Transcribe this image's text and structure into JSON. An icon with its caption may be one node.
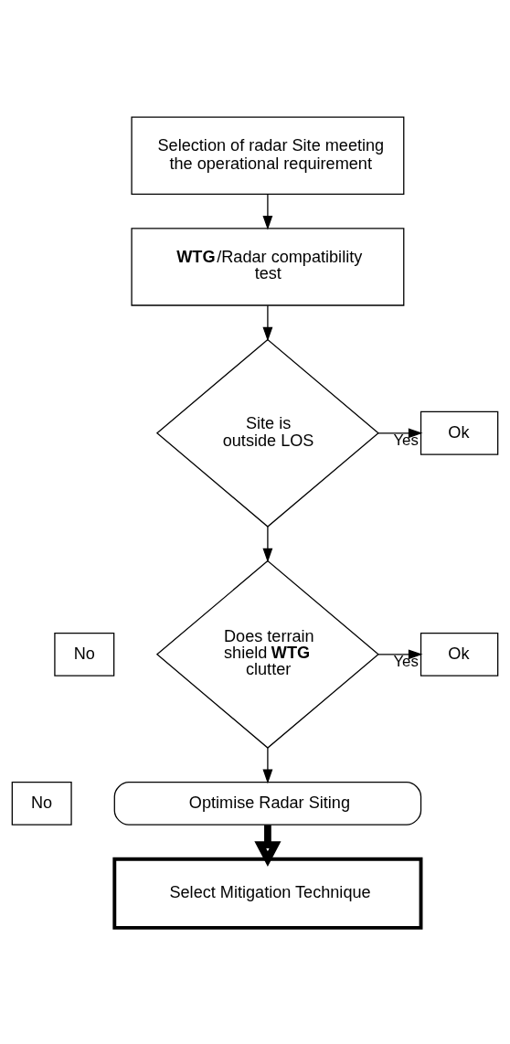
{
  "diagram": {
    "nodes": [
      {
        "text": [
          "Selection of radar Site meeting the operational requirement"
        ]
      },
      {
        "text": [
          "**WTG**/Radar compatibility test"
        ]
      },
      {
        "text": [
          "Site is outside LOS"
        ]
      },
      {
        "text": [
          "Ok"
        ]
      },
      {
        "text": [
          "No"
        ]
      },
      {
        "text": [
          "Does terrain shield **WTG** clutter"
        ]
      },
      {
        "text": [
          "Ok"
        ]
      },
      {
        "text": [
          "No"
        ]
      },
      {
        "text": [
          "Optimise Radar Siting"
        ]
      },
      {
        "text": [
          "Select Mitigation Technique"
        ]
      }
    ],
    "edges": [
      {
        "from": 0,
        "to": 1,
        "arrow": "to"
      },
      {
        "from": 1,
        "to": 2,
        "arrow": "to"
      },
      {
        "from": 2,
        "to": 3,
        "arrow": "to",
        "label": "Yes"
      },
      {
        "from": 2,
        "to": 5,
        "arrow": "to"
      },
      {
        "from": 5,
        "to": 6,
        "arrow": "to",
        "label": "Yes"
      },
      {
        "from": 5,
        "to": 8,
        "arrow": "to"
      },
      {
        "from": 8,
        "to": 9,
        "arrow": "to",
        "style": "thick"
      }
    ]
  }
}
